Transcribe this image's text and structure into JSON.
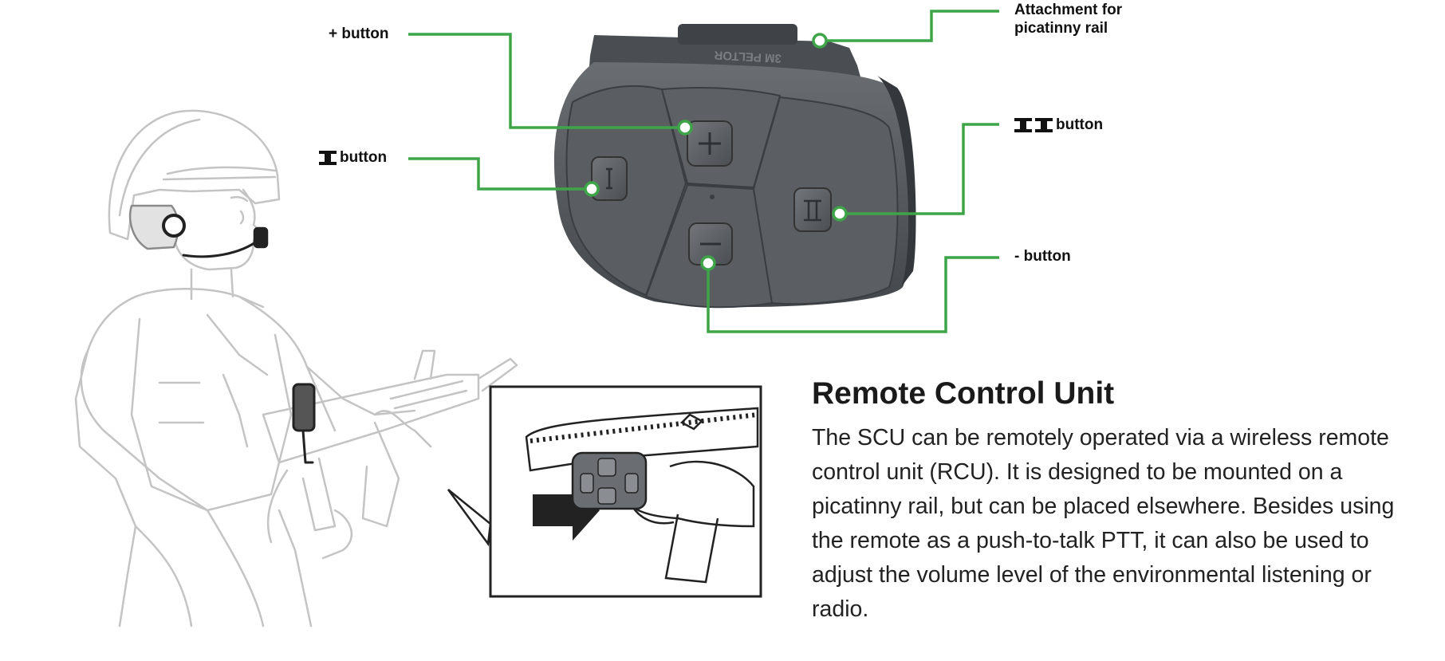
{
  "callouts": {
    "plus": "+ button",
    "roman_one": "button",
    "attachment_line1": "Attachment for",
    "attachment_line2": "picatinny rail",
    "roman_two": "button",
    "minus": "- button"
  },
  "heading": "Remote Control Unit",
  "description": "The SCU can be remotely operated via a wireless remote control unit (RCU). It is designed to be mounted on a picatinny rail, but can be placed elsewhere. Besides using the remote as a push-to-talk PTT, it can also be used to adjust the volume level of the environmental listening or radio.",
  "colors": {
    "leader_line": "#3da548",
    "device_body": "#55595d",
    "sketch_line": "#c4c4c4"
  },
  "icons": {
    "roman_one": "roman-numeral-one-icon",
    "roman_two": "roman-numeral-two-icon"
  }
}
